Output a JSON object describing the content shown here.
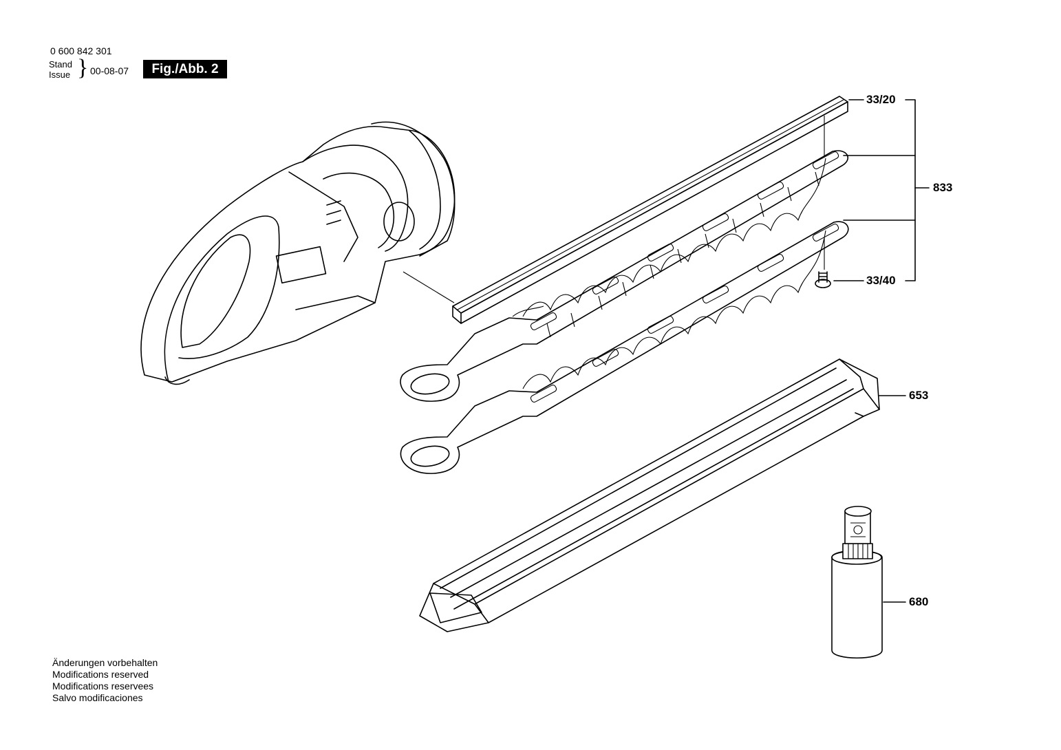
{
  "header": {
    "part_number": "0 600 842 301",
    "stand_label": "Stand",
    "issue_label": "Issue",
    "date": "00-08-07",
    "figure_label": "Fig./Abb. 2"
  },
  "callouts": {
    "guide_rail": "33/20",
    "blade_set": "833",
    "screw": "33/40",
    "blade_guard": "653",
    "oil_bottle": "680"
  },
  "footer": {
    "lines": [
      "Änderungen vorbehalten",
      "Modifications reserved",
      "Modifications reservees",
      "Salvo modificaciones"
    ]
  }
}
